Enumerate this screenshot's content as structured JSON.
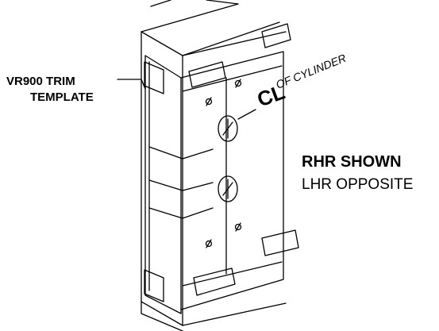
{
  "template_label": {
    "line1": "VR900 TRIM",
    "line2": "TEMPLATE"
  },
  "cylinder_label": {
    "symbol": "CL",
    "text": "OF CYLINDER"
  },
  "handing": {
    "shown": "RHR SHOWN",
    "opposite": "LHR OPPOSITE"
  },
  "colors": {
    "line": "#000000",
    "background": "#ffffff"
  }
}
